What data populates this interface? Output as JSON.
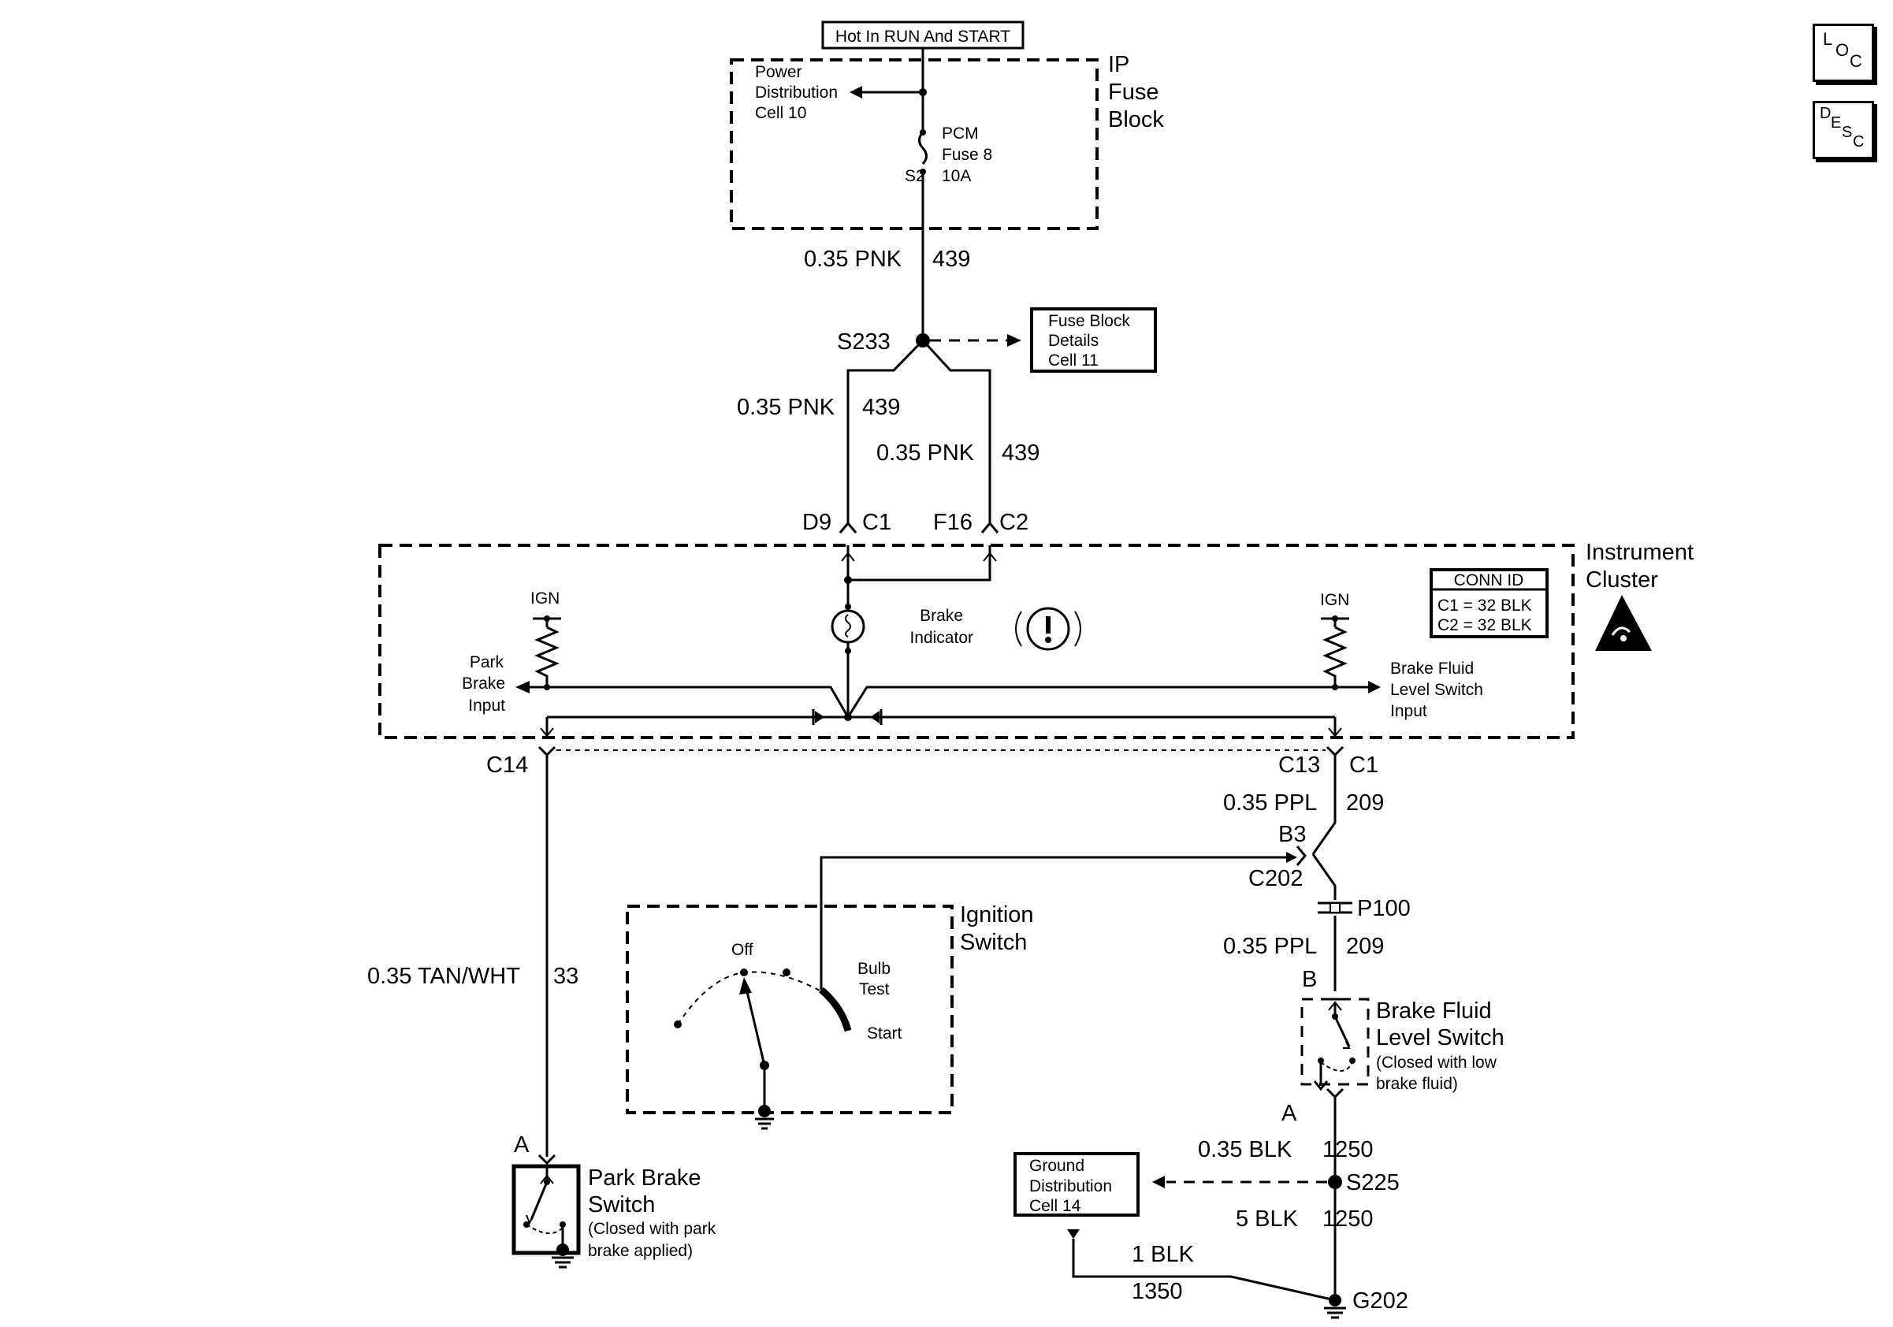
{
  "power": {
    "hot_label": "Hot In RUN And START",
    "ip_fuse_block": [
      "IP",
      "Fuse",
      "Block"
    ],
    "power_dist": [
      "Power",
      "Distribution",
      "Cell 10"
    ],
    "pcm_fuse": [
      "PCM",
      "Fuse 8",
      "10A"
    ],
    "s2": "S2"
  },
  "wires": {
    "w1_gauge": "0.35 PNK",
    "w1_circuit": "439",
    "w2_gauge": "0.35 PNK",
    "w2_circuit": "439",
    "w3_gauge": "0.35 PNK",
    "w3_circuit": "439",
    "ppl1_gauge": "0.35 PPL",
    "ppl1_circuit": "209",
    "ppl2_gauge": "0.35 PPL",
    "ppl2_circuit": "209",
    "tan_gauge": "0.35 TAN/WHT",
    "tan_circuit": "33",
    "blk1_gauge": "0.35 BLK",
    "blk1_circuit": "1250",
    "blk2_gauge": "5 BLK",
    "blk2_circuit": "1250",
    "blk3_gauge": "1 BLK",
    "blk3_circuit": "1350"
  },
  "splices": {
    "s233": "S233",
    "s225": "S225",
    "g202": "G202"
  },
  "fuse_block_details": [
    "Fuse Block",
    "Details",
    "Cell 11"
  ],
  "ground_dist": [
    "Ground",
    "Distribution",
    "Cell 14"
  ],
  "connectors": {
    "d9": "D9",
    "c1_top": "C1",
    "f16": "F16",
    "c2": "C2",
    "c14": "C14",
    "c13": "C13",
    "c1_bottom": "C1",
    "b3": "B3",
    "c202": "C202",
    "p100": "P100",
    "b": "B",
    "a_fluid": "A",
    "a_park": "A"
  },
  "cluster": {
    "title": [
      "Instrument",
      "Cluster"
    ],
    "conn_id_title": "CONN ID",
    "conn_c1": "C1 =  32 BLK",
    "conn_c2": "C2 =  32 BLK",
    "ign_left": "IGN",
    "ign_right": "IGN",
    "park_input": [
      "Park",
      "Brake",
      "Input"
    ],
    "brake_indicator": [
      "Brake",
      "Indicator"
    ],
    "fluid_input": [
      "Brake Fluid",
      "Level Switch",
      "Input"
    ]
  },
  "ignition": {
    "title": [
      "Ignition",
      "Switch"
    ],
    "off": "Off",
    "bulb_test": [
      "Bulb",
      "Test"
    ],
    "start": "Start"
  },
  "fluid_switch": {
    "title": [
      "Brake Fluid",
      "Level Switch"
    ],
    "note": [
      "(Closed with low",
      "brake fluid)"
    ]
  },
  "park_switch": {
    "title": [
      "Park Brake",
      "Switch"
    ],
    "note": [
      "(Closed with park",
      "brake applied)"
    ]
  },
  "side_icons": {
    "loc": [
      "L",
      "O",
      "C"
    ],
    "desc": [
      "D",
      "E",
      "S",
      "C"
    ],
    "loc_icon": "loc-icon",
    "desc_icon": "desc-icon",
    "esd_icon": "esd-warning-icon"
  }
}
